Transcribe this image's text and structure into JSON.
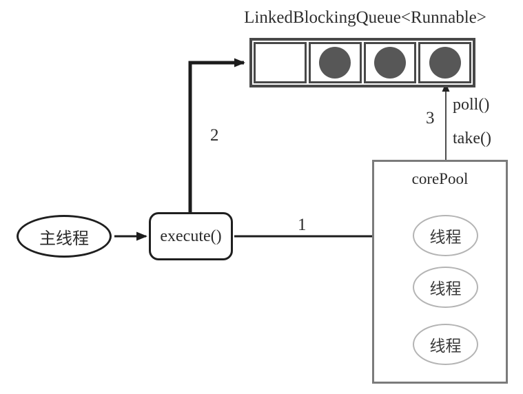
{
  "diagram": {
    "title": "LinkedBlockingQueue<Runnable>",
    "queue": {
      "cells": [
        {
          "filled": false
        },
        {
          "filled": true
        },
        {
          "filled": true
        },
        {
          "filled": true
        }
      ]
    },
    "main_thread_label": "主线程",
    "execute_label": "execute()",
    "core_pool": {
      "label": "corePool",
      "threads": [
        "线程",
        "线程",
        "线程"
      ]
    },
    "labels": {
      "step1": "1",
      "step2": "2",
      "step3": "3",
      "poll": "poll()",
      "take": "take()"
    },
    "colors": {
      "background": "#ffffff",
      "queue_border": "#484848",
      "task_fill": "#575757",
      "core_pool_border": "#7b7b7b",
      "thread_ellipse_border": "#b4b4b4",
      "shape_border": "#1f1f1f",
      "arrow": "#1c1c1c",
      "text": "#2b2b2b"
    }
  }
}
